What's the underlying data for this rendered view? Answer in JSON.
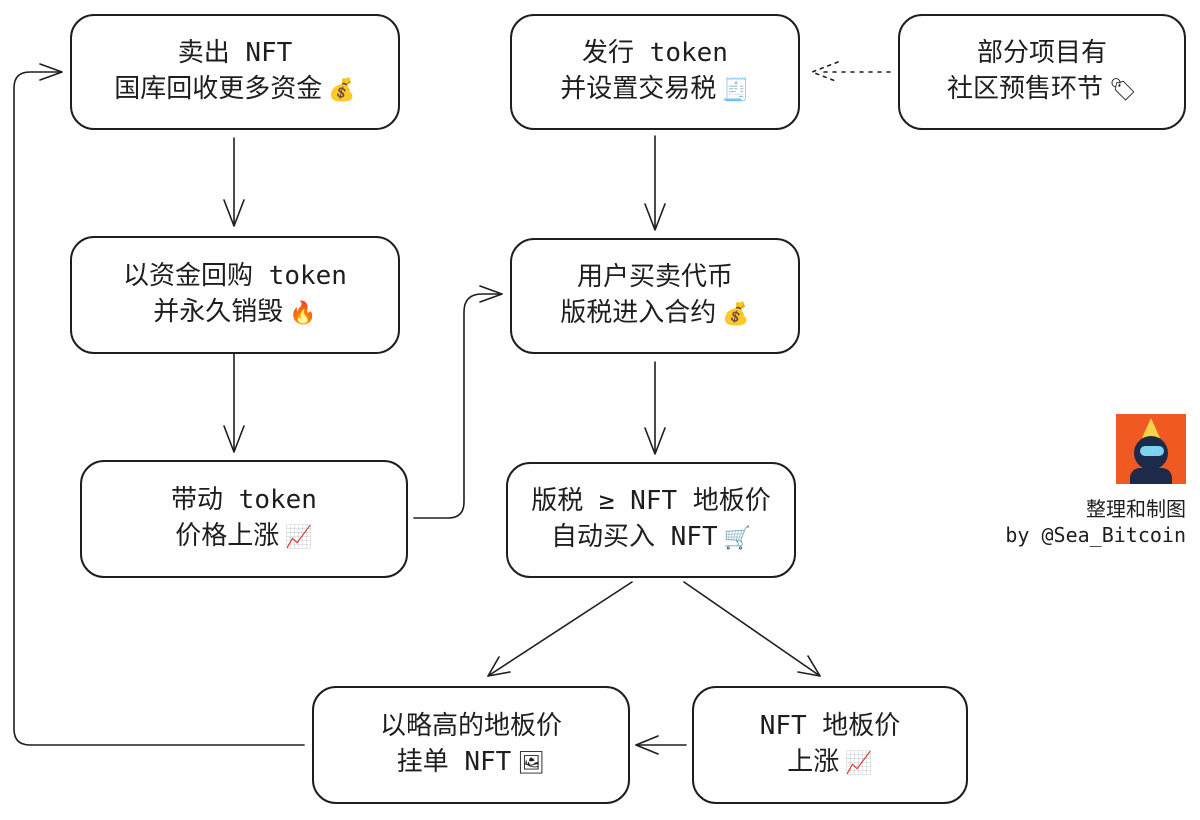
{
  "nodes": {
    "sell_nft": {
      "line1": "卖出 NFT",
      "line2": "国库回收更多资金",
      "icon": "money-bag-icon",
      "glyph": "💰"
    },
    "buyback": {
      "line1": "以资金回购 token",
      "line2": "并永久销毁",
      "icon": "fire-icon",
      "glyph": "🔥"
    },
    "price_up": {
      "line1": "带动 token",
      "line2": "价格上涨",
      "icon": "chart-up-icon",
      "glyph": "📈"
    },
    "issue_token": {
      "line1": "发行 token",
      "line2": "并设置交易税",
      "icon": "receipt-icon",
      "glyph": "🧾"
    },
    "presale": {
      "line1": "部分项目有",
      "line2": "社区预售环节",
      "icon": "label-tag-icon",
      "glyph": "🏷"
    },
    "user_trade": {
      "line1": "用户买卖代币",
      "line2": "版税进入合约",
      "icon": "money-bag-icon",
      "glyph": "💰"
    },
    "auto_buy": {
      "line1": "版税 ≥ NFT 地板价",
      "line2": "自动买入 NFT",
      "icon": "shopping-cart-icon",
      "glyph": "🛒"
    },
    "list_nft": {
      "line1": "以略高的地板价",
      "line2": "挂单 NFT",
      "icon": "framed-picture-icon",
      "glyph": "🖼"
    },
    "floor_up": {
      "line1": "NFT 地板价",
      "line2": "上涨",
      "icon": "chart-up-icon",
      "glyph": "📈"
    }
  },
  "credit": {
    "line1": "整理和制图",
    "line2": "by @Sea_Bitcoin",
    "avatar_icon": "ninja-avatar-icon"
  },
  "colors": {
    "stroke": "#1e1e1e",
    "background": "#ffffff",
    "avatar_bg": "#f05a22"
  }
}
